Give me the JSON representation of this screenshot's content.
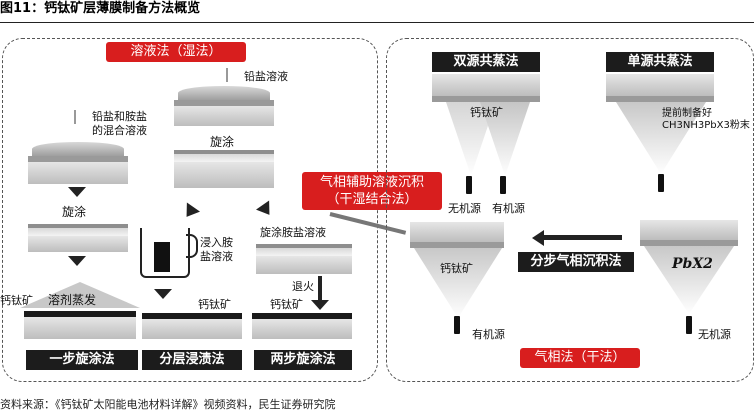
{
  "title": "图11：钙钛矿层薄膜制备方法概览",
  "wet": {
    "header": "溶液法（湿法）",
    "pb_solution": "铅盐溶液",
    "mixed_solution": "铅盐和胺盐\n的混合溶液",
    "spin": "旋涂",
    "spin2": "旋涂",
    "immerse": "浸入胺\n盐溶液",
    "spin_amine": "旋涂胺盐溶液",
    "solvent_evap": "溶剂蒸发",
    "perov1": "钙钛矿",
    "perov2": "钙钛矿",
    "perov3": "钙钛矿",
    "anneal": "退火",
    "one_step": "一步旋涂法",
    "dip": "分层浸渍法",
    "two_step": "两步旋涂法"
  },
  "vapor_assisted": "气相辅助溶液沉积\n（干湿结合法）",
  "dry": {
    "dual_source": "双源共蒸法",
    "single_source": "单源共蒸法",
    "powder_note": "提前制备好\nCH3NH3PbX3粉末",
    "perov_top": "钙钛矿",
    "inorganic_src": "无机源",
    "organic_src": "有机源",
    "perov_mid": "钙钛矿",
    "step_vapor": "分步气相沉积法",
    "pbx2": "PbX2",
    "organic_src2": "有机源",
    "inorganic_src2": "无机源",
    "footer_label": "气相法（干法）"
  },
  "footer": "资料来源：《钙钛矿太阳能电池材料详解》视频资料，民生证券研究院",
  "colors": {
    "accent_red": "#d81e1e",
    "dark": "#1c1c1c"
  }
}
